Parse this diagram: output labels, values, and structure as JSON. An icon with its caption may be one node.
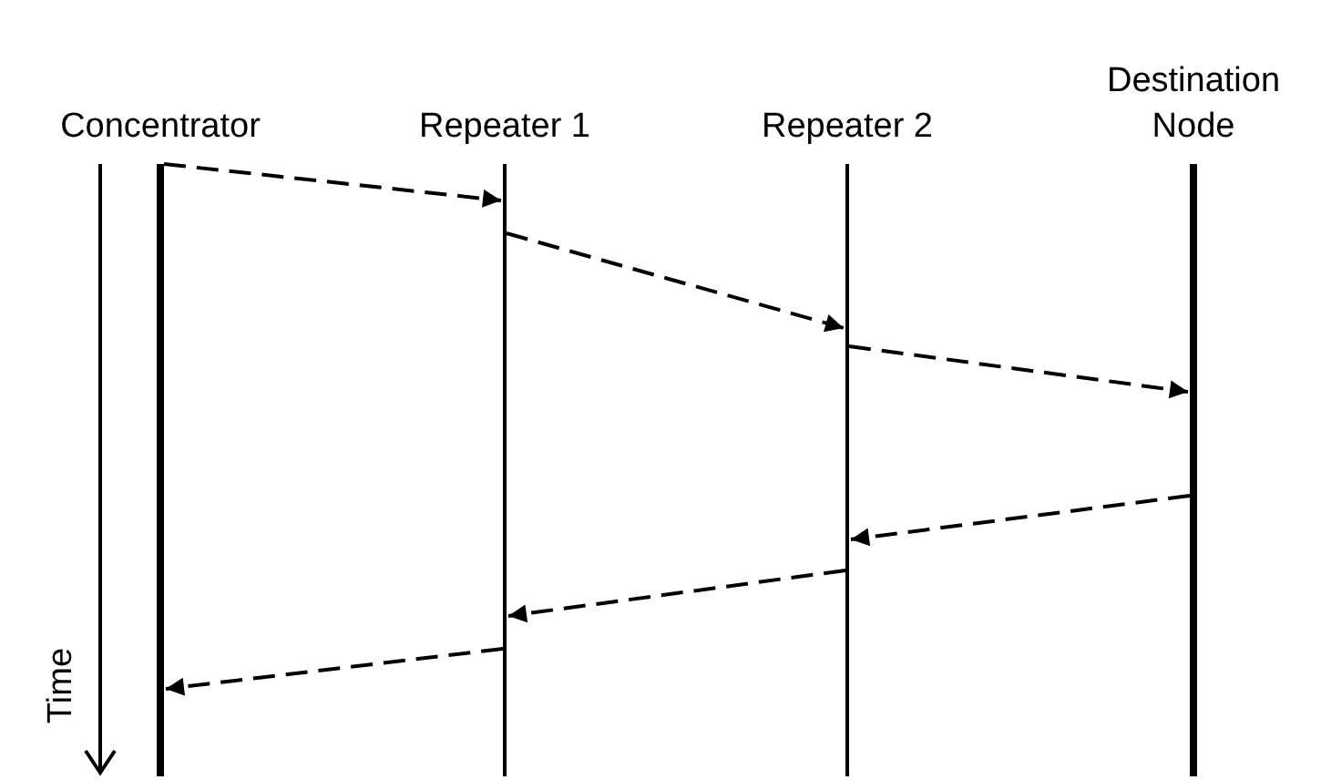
{
  "diagram": {
    "nodes": [
      {
        "text": [
          "Concentrator"
        ]
      },
      {
        "text": [
          "Repeater 1"
        ]
      },
      {
        "text": [
          "Repeater 2"
        ]
      },
      {
        "text": [
          "Destination Node"
        ]
      }
    ],
    "edges": [
      {
        "from": 0,
        "to": 1,
        "arrow": "to",
        "style": "dashed"
      },
      {
        "from": 1,
        "to": 2,
        "arrow": "to",
        "style": "dashed"
      },
      {
        "from": 2,
        "to": 3,
        "arrow": "to",
        "style": "dashed"
      },
      {
        "from": 3,
        "to": 2,
        "arrow": "to",
        "style": "dashed"
      },
      {
        "from": 2,
        "to": 1,
        "arrow": "to",
        "style": "dashed"
      },
      {
        "from": 1,
        "to": 0,
        "arrow": "to",
        "style": "dashed"
      }
    ],
    "labels": [
      "Time"
    ]
  }
}
